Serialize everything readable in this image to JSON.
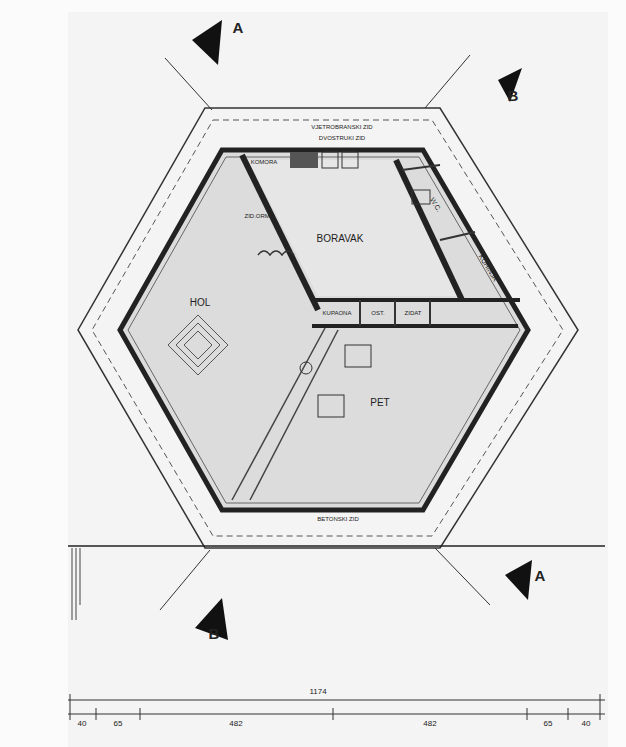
{
  "diagram": {
    "labels": [
      "A",
      "B",
      "B",
      "A",
      "BORAVAK",
      "HOL",
      "PET",
      "W.C.",
      "KUHINJA",
      "KOMORA",
      "ZID.ORM.",
      "KUPAONA",
      "OST.",
      "ZIDAT",
      "VJETROBRANSKI ZID",
      "DVOSTRUKI ZID",
      "BETONSKI ZID",
      "1174",
      "40",
      "65",
      "482",
      "482",
      "65",
      "40"
    ]
  }
}
